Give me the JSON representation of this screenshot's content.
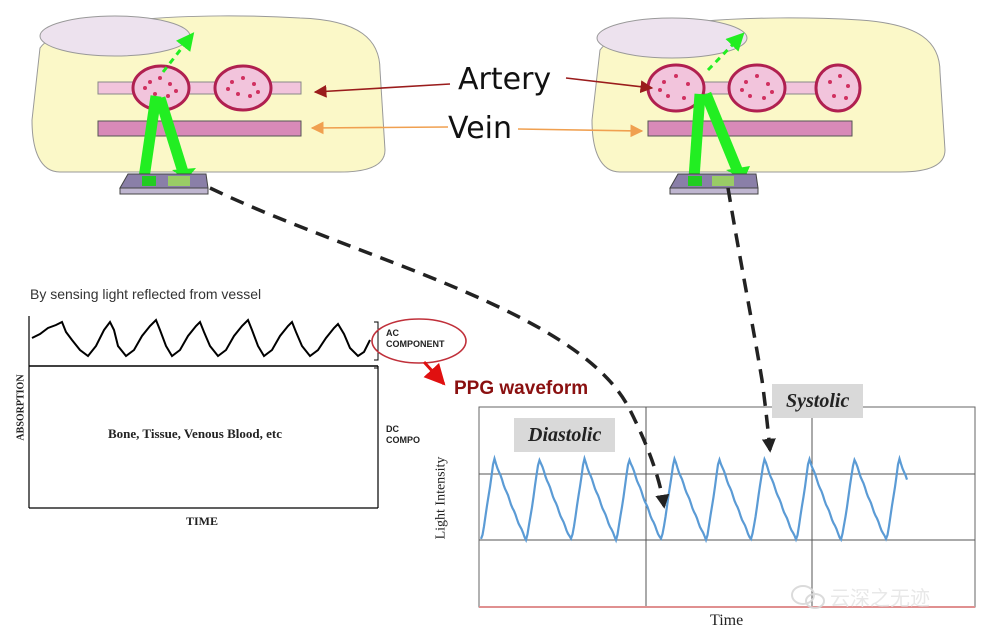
{
  "labels": {
    "artery": "Artery",
    "vein": "Vein",
    "sensing_caption": "By sensing light reflected from vessel",
    "absorption_axis": "ABSORPTION",
    "time_axis_left": "TIME",
    "ac_component": [
      "AC",
      "COMPONENT"
    ],
    "dc_component": [
      "DC",
      "COMPO"
    ],
    "dc_body": "Bone, Tissue, Venous Blood, etc",
    "ppg_waveform": "PPG waveform",
    "diastolic": "Diastolic",
    "systolic": "Systolic",
    "light_intensity_axis": "Light Intensity",
    "time_axis_right": "Time",
    "watermark": "云深之无迹"
  },
  "colors": {
    "finger_fill": "#fbf8c8",
    "nail_fill": "#ede2ee",
    "vessel_fill": "#f2c4dc",
    "artery_cell": "#e05a82",
    "vein_band": "#d88ab8",
    "light_path": "#22ee22",
    "sensor_top": "#8a7fa8",
    "artery_arrow": "#9a1c1c",
    "vein_arrow": "#f0a050",
    "ppg_arrow": "#e01010",
    "ppg_text": "#8a1010",
    "ac_circle": "#c0303a",
    "ppg_signal": "#5b9bd5",
    "grid_line": "#555555",
    "time_baseline": "#e09090"
  },
  "icons": [
    "finger-illustration-left",
    "finger-illustration-right",
    "sensor-icon",
    "dashed-arrow",
    "wechat-icon"
  ]
}
